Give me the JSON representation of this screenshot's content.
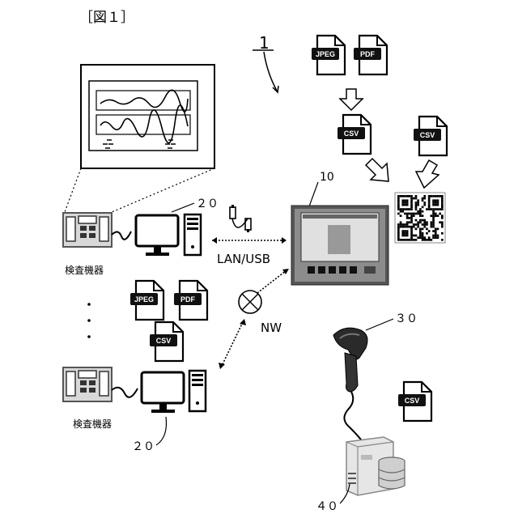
{
  "figure": {
    "title": "［図１］",
    "system_ref": "1"
  },
  "labels": {
    "inspection_device_top": "検査機器",
    "inspection_device_bottom": "検査機器",
    "pc_ref_top": "２０",
    "pc_ref_bottom": "２０",
    "terminal_ref": "10",
    "scanner_ref": "３０",
    "server_ref": "４０",
    "connection": "LAN/USB",
    "network": "NW",
    "ellipsis": "・\n・\n・"
  },
  "files": {
    "jpeg": "JPEG",
    "pdf": "PDF",
    "csv": "CSV"
  },
  "icons": {
    "file": "file-icon",
    "monitor": "monitor-icon",
    "tower": "pc-tower-icon",
    "device": "inspection-device-icon",
    "usb": "usb-cable-icon",
    "qr": "qr-code-icon",
    "scanner": "barcode-scanner-icon",
    "server": "server-icon",
    "network": "network-icon"
  },
  "colors": {
    "line": "#000000",
    "file_fill": "#ffffff",
    "label_bg": "#111111"
  }
}
